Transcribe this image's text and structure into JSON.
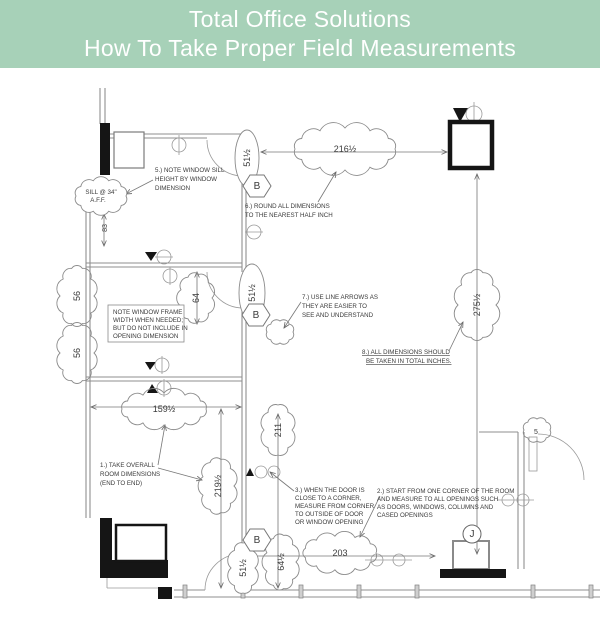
{
  "header": {
    "line1": "Total Office Solutions",
    "line2": "How To Take Proper Field Measurements",
    "bg_color": "#a7d1b8",
    "text_color": "#ffffff"
  },
  "plan": {
    "notes": {
      "note1": [
        "1.) TAKE OVERALL",
        "ROOM DIMENSIONS",
        "(END TO END)"
      ],
      "note2": [
        "2.) START FROM ONE CORNER OF THE ROOM",
        "AND MEASURE TO ALL OPENINGS SUCH",
        "AS DOORS, WINDOWS, COLUMNS AND",
        "CASED OPENINGS"
      ],
      "note3": [
        "3.) WHEN THE DOOR IS",
        "CLOSE TO A CORNER,",
        "MEASURE FROM CORNER",
        "TO OUTSIDE OF DOOR",
        "OR WINDOW OPENING"
      ],
      "note5": [
        "5.) NOTE WINDOW SILL",
        "HEIGHT BY WINDOW",
        "DIMENSION"
      ],
      "note6": [
        "6.) ROUND ALL DIMENSIONS",
        "TO THE NEAREST HALF INCH"
      ],
      "note7": [
        "7.) USE LINE ARROWS AS",
        "THEY ARE EASIER TO",
        "SEE AND UNDERSTAND"
      ],
      "note8": [
        "8.) ALL DIMENSIONS SHOULD",
        "BE TAKEN IN TOTAL INCHES."
      ],
      "window_frame": [
        "NOTE WINDOW FRAME",
        "WIDTH WHEN NEEDED;",
        "BUT DO NOT INCLUDE IN",
        "OPENING DIMENSION"
      ],
      "sill": [
        "SILL @ 34\"",
        "A.F.F."
      ]
    },
    "dimensions": {
      "d51a": "51½",
      "d216": "216½",
      "d83": "83",
      "d56a": "56",
      "d56b": "56",
      "d64": "64",
      "d51b": "51½",
      "d275": "275½",
      "d159": "159½",
      "d211": "211",
      "d219": "219½",
      "d64h": "64½",
      "d51c": "51½",
      "d203": "203",
      "d5": "5"
    },
    "markers": {
      "b1": "B",
      "b2": "B",
      "b3": "B",
      "j": "J"
    },
    "line_color": "#8f8f8f",
    "text_color": "#3a3a3a"
  }
}
